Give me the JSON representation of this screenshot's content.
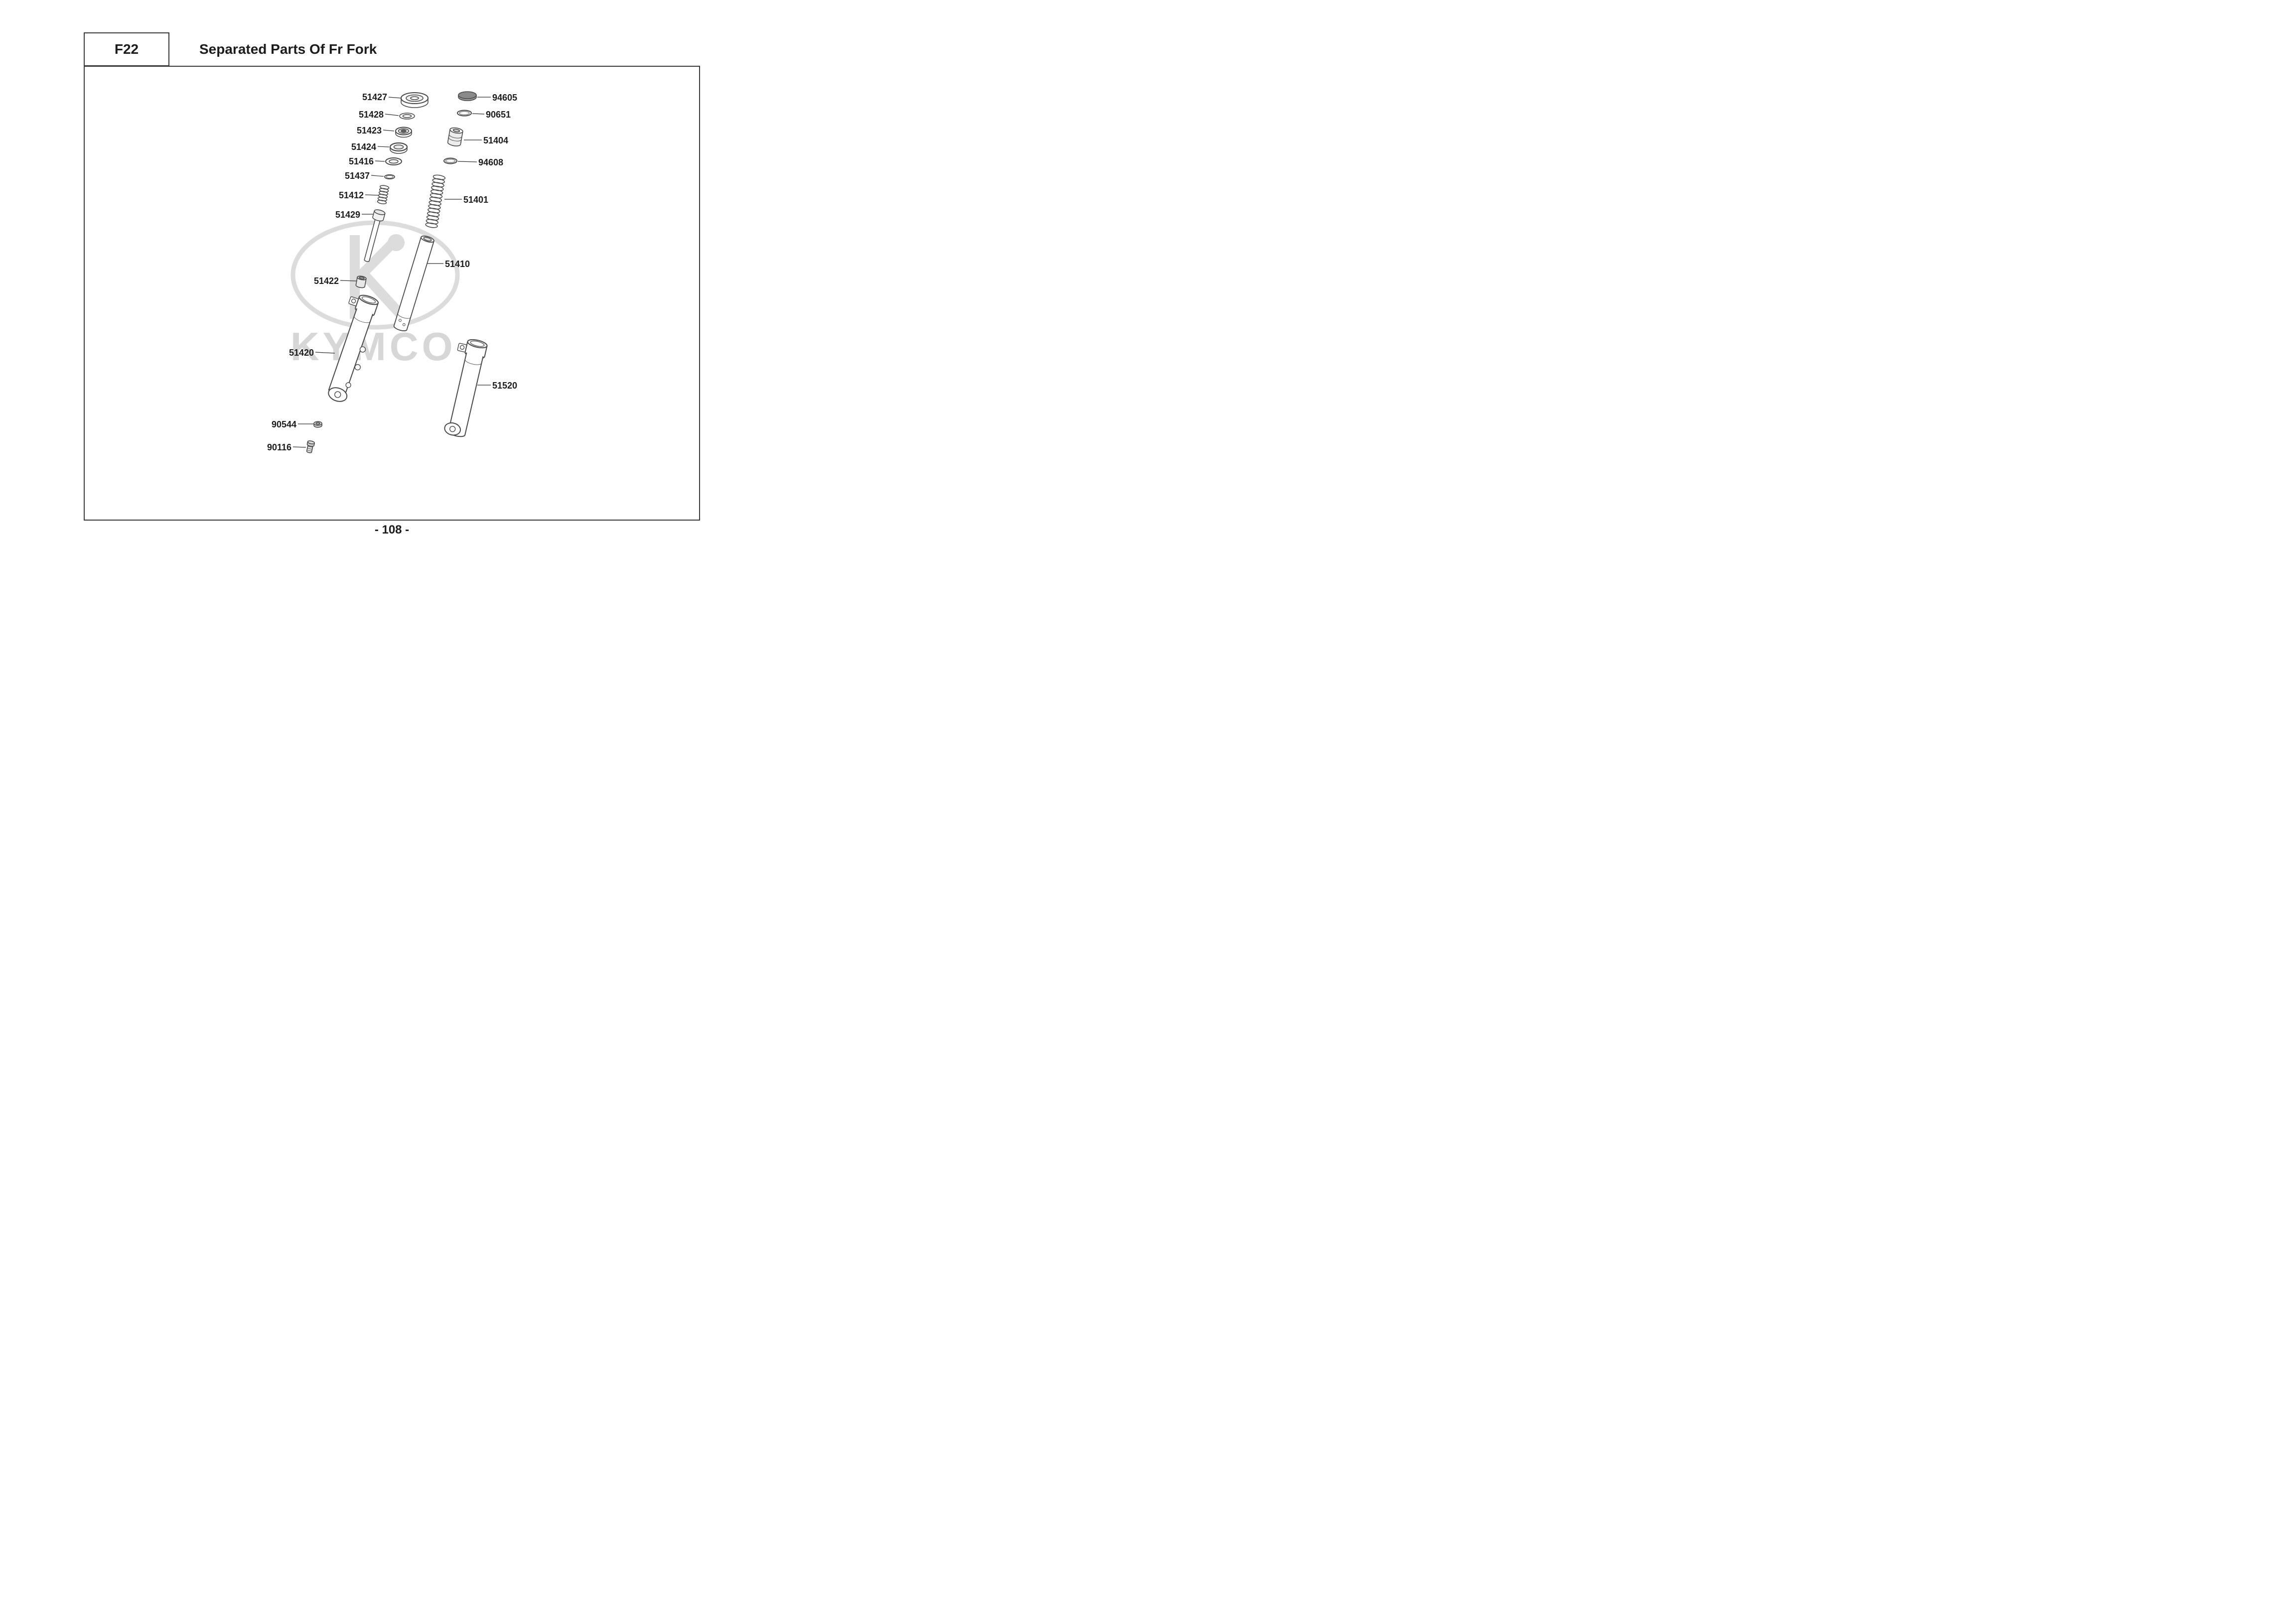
{
  "page": {
    "code": "F22",
    "title": "Separated Parts Of Fr Fork",
    "page_number": "- 108 -",
    "watermark": "KYMCO"
  },
  "parts": [
    {
      "number": "51427"
    },
    {
      "number": "51428"
    },
    {
      "number": "51423"
    },
    {
      "number": "51424"
    },
    {
      "number": "51416"
    },
    {
      "number": "51437"
    },
    {
      "number": "51412"
    },
    {
      "number": "51429"
    },
    {
      "number": "51422"
    },
    {
      "number": "51420"
    },
    {
      "number": "90544"
    },
    {
      "number": "90116"
    },
    {
      "number": "94605"
    },
    {
      "number": "90651"
    },
    {
      "number": "51404"
    },
    {
      "number": "94608"
    },
    {
      "number": "51401"
    },
    {
      "number": "51410"
    },
    {
      "number": "51520"
    }
  ]
}
